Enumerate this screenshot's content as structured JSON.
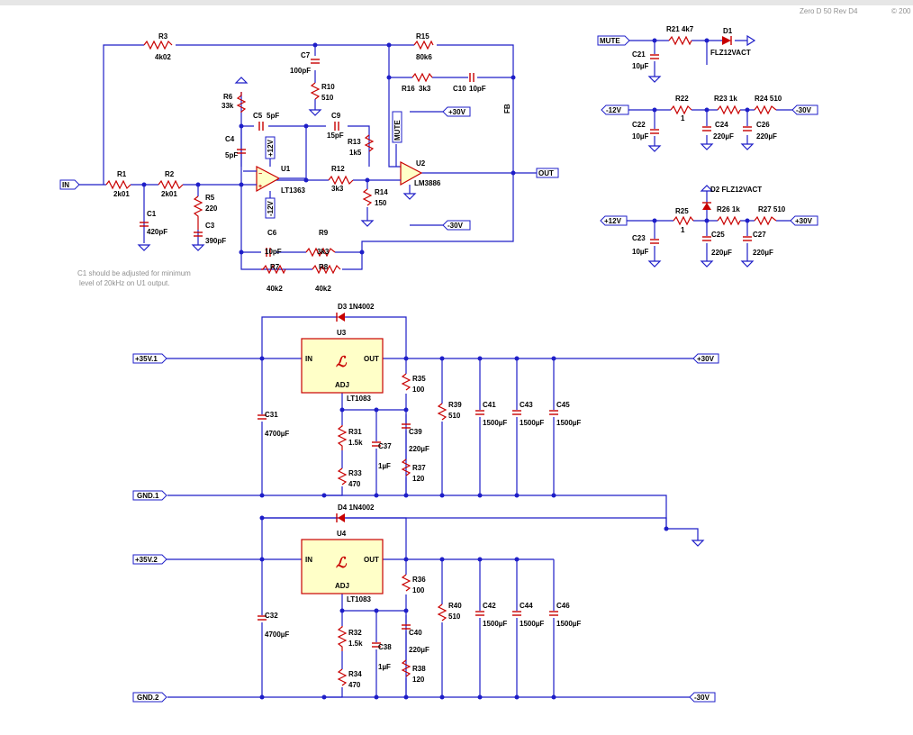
{
  "header": {
    "title": "Zero D 50 Rev D4",
    "copyright": "© 200"
  },
  "note": {
    "line1": "C1 should be adjusted for minimum",
    "line2": "level of 20kHz on U1 output."
  },
  "ports": {
    "in": "IN",
    "out": "OUT",
    "mute": "MUTE",
    "m12": "-12V",
    "p12": "+12V",
    "p30": "+30V",
    "m30": "-30V",
    "p30_top": "+30V",
    "m30_mid": "-30V",
    "supply1": "+35V.1",
    "supply2": "+35V.2",
    "gnd1": "GND.1",
    "gnd2": "GND.2",
    "p30_psu": "+30V",
    "m30_psu": "-30V",
    "fb": "FB"
  },
  "amp": {
    "R1": {
      "name": "R1",
      "value": "2k01"
    },
    "R2": {
      "name": "R2",
      "value": "2k01"
    },
    "R3": {
      "name": "R3",
      "value": "4k02"
    },
    "R5": {
      "name": "R5",
      "value": "220"
    },
    "R6": {
      "name": "R6",
      "value": "33k"
    },
    "R7": {
      "name": "R7",
      "value": "40k2"
    },
    "R8": {
      "name": "R8",
      "value": "40k2"
    },
    "R9": {
      "name": "R9",
      "value": "3k3"
    },
    "R10": {
      "name": "R10",
      "value": "510"
    },
    "R12": {
      "name": "R12",
      "value": "3k3"
    },
    "R13": {
      "name": "R13",
      "value": "1k5"
    },
    "R14": {
      "name": "R14",
      "value": "150"
    },
    "R15": {
      "name": "R15",
      "value": "80k6"
    },
    "R16": {
      "name": "R16",
      "value": "3k3"
    },
    "C1": {
      "name": "C1",
      "value": "420pF"
    },
    "C3": {
      "name": "C3",
      "value": "390pF"
    },
    "C4": {
      "name": "C4",
      "value": "5pF"
    },
    "C5": {
      "name": "C5",
      "value": "5pF"
    },
    "C6": {
      "name": "C6",
      "value": "10pF"
    },
    "C7": {
      "name": "C7",
      "value": "100pF"
    },
    "C9": {
      "name": "C9",
      "value": "15pF"
    },
    "C10": {
      "name": "C10",
      "value": "10pF"
    },
    "U1": {
      "name": "U1",
      "part": "LT1363",
      "vplus": "+12V",
      "vminus": "-12V"
    },
    "U2": {
      "name": "U2",
      "part": "LM3886",
      "mute": "MUTE"
    }
  },
  "aux": {
    "R21": "R21 4k7",
    "D1": "D1",
    "D1_part": "FLZ12VACT",
    "C21": "C21",
    "C21v": "10µF",
    "R22": "R22",
    "R22v": "1",
    "R23": "R23  1k",
    "R24": "R24 510",
    "C22": "C22",
    "C22v": "10µF",
    "C24": "C24",
    "C24v": "220µF",
    "C26": "C26",
    "C26v": "220µF",
    "D2": "D2  FLZ12VACT",
    "R25": "R25",
    "R25v": "1",
    "R26": "R26  1k",
    "R27": "R27 510",
    "C23": "C23",
    "C23v": "10µF",
    "C25": "C25",
    "C25v": "220µF",
    "C27": "C27",
    "C27v": "220µF"
  },
  "psu1": {
    "D": "D3  1N4002",
    "U": "U3",
    "part": "LT1083",
    "in": "IN",
    "out": "OUT",
    "adj": "ADJ",
    "R35": "R35",
    "R35v": "100",
    "R39": "R39",
    "R39v": "510",
    "C41": "C41",
    "C41v": "1500µF",
    "C43": "C43",
    "C43v": "1500µF",
    "C45": "C45",
    "C45v": "1500µF",
    "C31": "C31",
    "C31v": "4700µF",
    "R31": "R31",
    "R31v": "1.5k",
    "C37": "C37",
    "C37v": "1µF",
    "C39": "C39",
    "C39v": "220µF",
    "R37": "R37",
    "R37v": "120",
    "R33": "R33",
    "R33v": "470"
  },
  "psu2": {
    "D": "D4  1N4002",
    "U": "U4",
    "part": "LT1083",
    "in": "IN",
    "out": "OUT",
    "adj": "ADJ",
    "R36": "R36",
    "R36v": "100",
    "R40": "R40",
    "R40v": "510",
    "C42": "C42",
    "C42v": "1500µF",
    "C44": "C44",
    "C44v": "1500µF",
    "C46": "C46",
    "C46v": "1500µF",
    "C32": "C32",
    "C32v": "4700µF",
    "R32": "R32",
    "R32v": "1.5k",
    "C38": "C38",
    "C38v": "1µF",
    "C40": "C40",
    "C40v": "220µF",
    "R38": "R38",
    "R38v": "120",
    "R34": "R34",
    "R34v": "470"
  }
}
